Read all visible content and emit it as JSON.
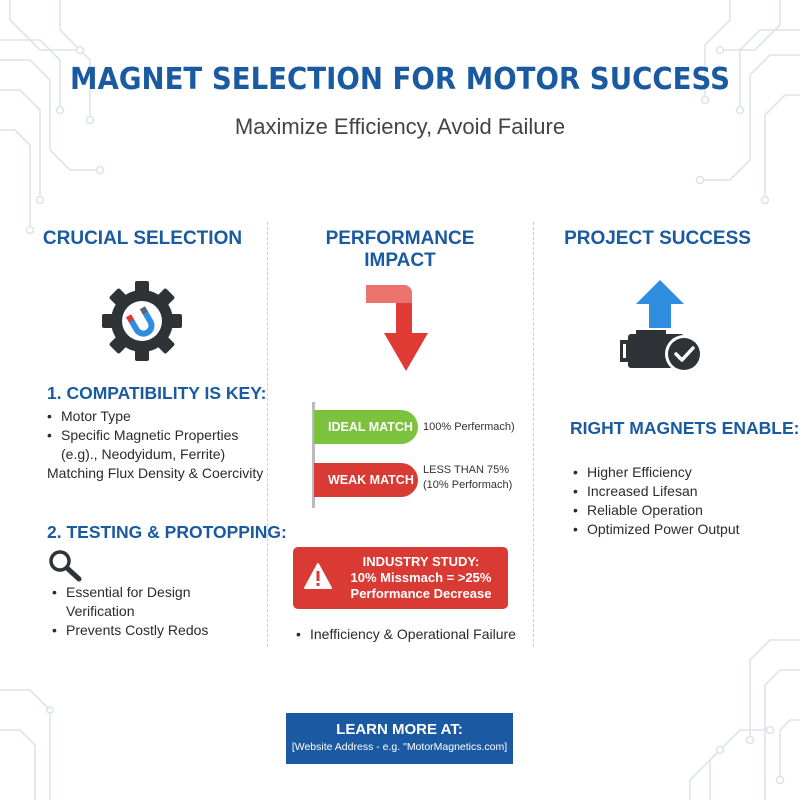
{
  "header": {
    "title": "MAGNET SELECTION FOR MOTOR SUCCESS",
    "subtitle": "Maximize Efficiency, Avoid Failure"
  },
  "columns": {
    "left": {
      "title": "CRUCIAL SELECTION",
      "icon": "gear-magnet-icon",
      "section1": {
        "heading": "1. COMPATIBILITY IS KEY:",
        "items": [
          "Motor Type",
          "Specific Magnetic Properties",
          "(e.g)., Neodyidum, Ferrite)",
          "Matching Flux Density & Coercivity"
        ]
      },
      "section2": {
        "heading": "2. TESTING & PROTOPPING:",
        "icon": "magnifier-icon",
        "items": [
          "Essential for Design Verification",
          "Prevents Costly Redos"
        ]
      }
    },
    "middle": {
      "title": "PERFORMANCE IMPACT",
      "icon": "down-arrow-icon",
      "bars": [
        {
          "label": "IDEAL MATCH",
          "note": "100% Perfermach)",
          "color": "#7cc23e"
        },
        {
          "label": "WEAK MATCH",
          "note_line1": "LESS THAN 75%",
          "note_line2": "(10% Performach)",
          "color": "#d93a34"
        }
      ],
      "alert": {
        "icon": "warning-icon",
        "line1": "INDUSTRY STUDY:",
        "line2": "10% Missmach = >25%",
        "line3": "Performance Decrease"
      },
      "footnote": "Inefficiency & Operational Failure"
    },
    "right": {
      "title": "PROJECT SUCCESS",
      "icon": "motor-up-arrow-check-icon",
      "heading": "RIGHT MAGNETS ENABLE:",
      "items": [
        "Higher Efficiency",
        "Increased Lifesan",
        "Reliable Operation",
        "Optimized Power Output"
      ]
    }
  },
  "cta": {
    "title": "LEARN MORE AT:",
    "url": "[Website Address - e.g. \"MotorMagnetics.com]"
  },
  "colors": {
    "brand_blue": "#1a5aa0",
    "good_green": "#7cc23e",
    "alert_red": "#d93a34",
    "arrow_blue": "#2f8ee0"
  }
}
